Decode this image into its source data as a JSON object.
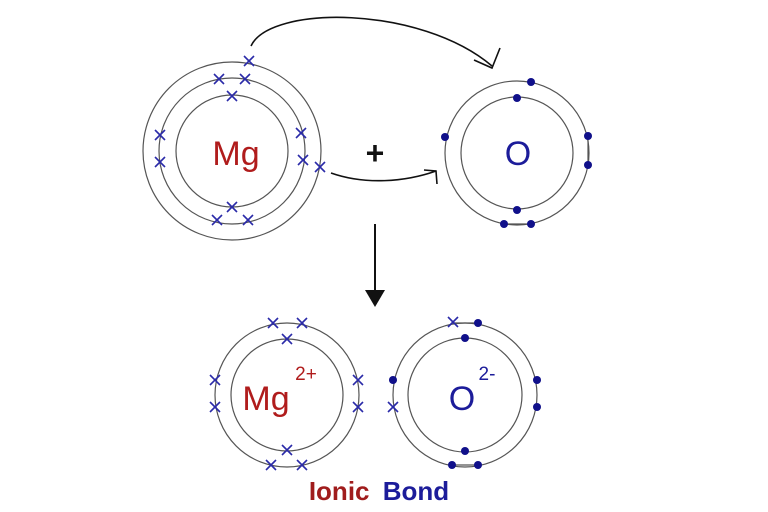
{
  "reactants": {
    "magnesium_symbol": "Mg",
    "oxygen_symbol": "O",
    "plus_sign": "+"
  },
  "products": {
    "magnesium_ion_symbol": "Mg",
    "magnesium_ion_charge": "2+",
    "oxide_ion_symbol": "O",
    "oxide_ion_charge": "2-"
  },
  "caption": {
    "word1": "Ionic",
    "word2": "Bond"
  },
  "colors": {
    "magnesium": "#b01c1c",
    "oxygen": "#1c1c9a"
  }
}
